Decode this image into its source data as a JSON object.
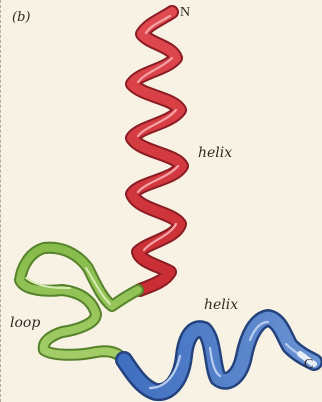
{
  "figure": {
    "panel_label": "(b)",
    "n_terminus": "N",
    "c_terminus": "C",
    "helix_upper_label": "helix",
    "loop_label": "loop",
    "helix_lower_label": "helix"
  },
  "colors": {
    "background": "#f7f2e3",
    "helix_upper": "#d8353c",
    "loop": "#8fc052",
    "helix_lower": "#4a78c4"
  }
}
